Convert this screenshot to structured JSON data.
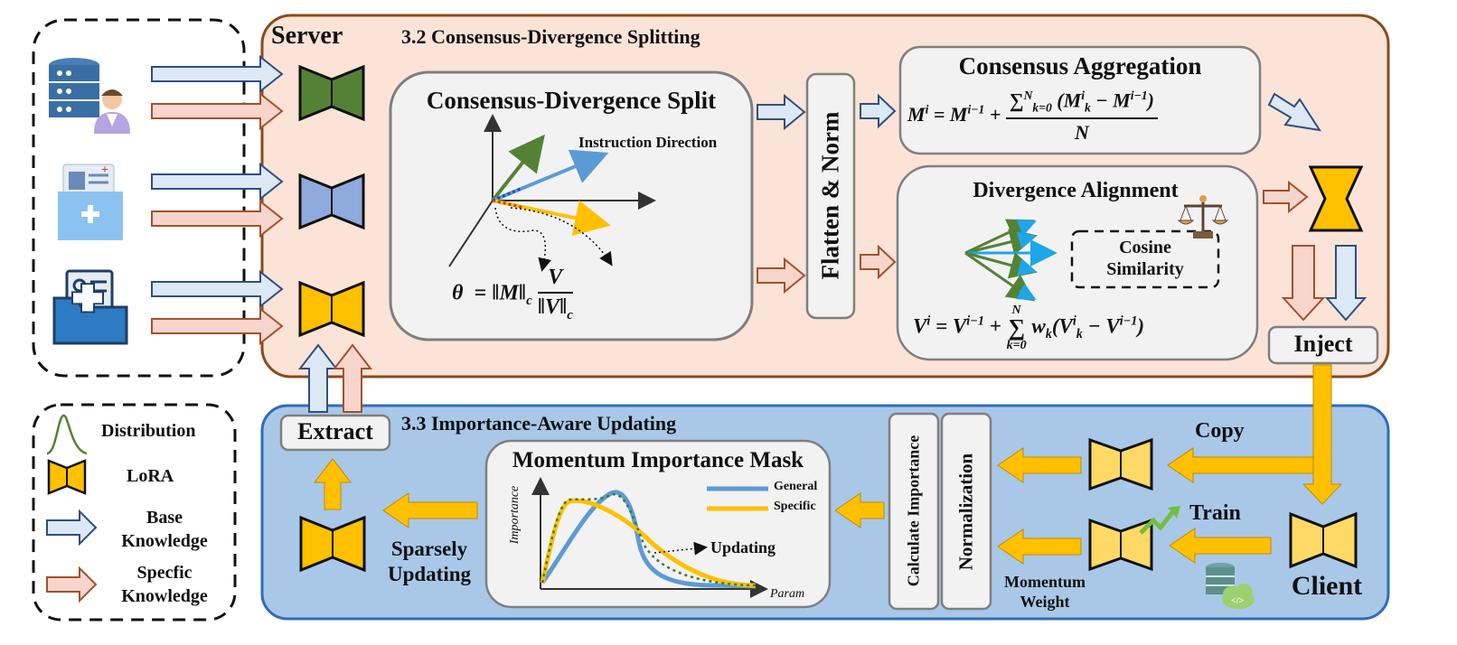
{
  "server": {
    "title": "Server"
  },
  "section_3_2": {
    "title": "3.2 Consensus-Divergence Splitting",
    "split_box": {
      "title": "Consensus-Divergence Split",
      "instruction_label": "Instruction Direction",
      "formula_lhs": "θ",
      "formula_eq": "= ‖M‖",
      "formula_sub": "c",
      "formula_num": "V",
      "formula_den": "‖V‖",
      "formula_den_sub": "c"
    },
    "flatten_label": "Flatten & Norm",
    "consensus": {
      "title": "Consensus Aggregation",
      "formula_left": "M",
      "formula_sup": "i",
      "formula_mid": "= M",
      "formula_mid_sup": "i−1",
      "formula_plus": "+",
      "formula_num": "∑",
      "formula_num_sup": "N",
      "formula_num_sub": "k=0",
      "formula_num_body": "(M",
      "formula_num_body_sup": "i",
      "formula_num_body_sub": "k",
      "formula_num_tail": "− M",
      "formula_num_tail_sup": "i−1",
      "formula_num_close": ")",
      "formula_den": "N"
    },
    "divergence": {
      "title": "Divergence Alignment",
      "cosine_line1": "Cosine",
      "cosine_line2": "Similarity",
      "formula_left": "V",
      "formula_sup": "i",
      "formula_mid": "= V",
      "formula_mid_sup": "i−1",
      "formula_plus": "+",
      "formula_sum": "∑",
      "formula_sum_top": "N",
      "formula_sum_bottom": "k=0",
      "formula_w": "w",
      "formula_w_sub": "k",
      "formula_body": "(V",
      "formula_body_sup": "i",
      "formula_body_sub": "k",
      "formula_tail": "− V",
      "formula_tail_sup": "i−1",
      "formula_close": ")"
    },
    "inject_label": "Inject"
  },
  "section_3_3": {
    "title": "3.3 Importance-Aware Updating",
    "extract_label": "Extract",
    "mask_box": {
      "title": "Momentum Importance Mask",
      "ylabel": "Importance",
      "xlabel": "Param",
      "legend_general": "General",
      "legend_specific": "Specific",
      "updating_label": "Updating"
    },
    "sparse_label_line1": "Sparsely",
    "sparse_label_line2": "Updating",
    "calc_label": "Calculate Importance",
    "norm_label": "Normalization",
    "copy_label": "Copy",
    "train_label": "Train",
    "momentum_line1": "Momentum",
    "momentum_line2": "Weight",
    "client_label": "Client"
  },
  "legend": {
    "distribution": "Distribution",
    "lora": "LoRA",
    "base_line1": "Base",
    "base_line2": "Knowledge",
    "specific_line1": "Specfic",
    "specific_line2": "Knowledge"
  },
  "colors": {
    "server_bg": "#fbe3d7",
    "server_border": "#8a4a1c",
    "client_bg": "#a9c8e8",
    "client_border": "#2f6db5",
    "box_bg": "#f2f2f2",
    "box_border": "#7f7f7f",
    "lora_yellow": "#ffc000",
    "lora_light": "#ffd966",
    "blue_arrow_fill": "#dce8f5",
    "blue_arrow_stroke": "#2f4f7f",
    "red_arrow_fill": "#f8d5cc",
    "red_arrow_stroke": "#a0522d",
    "orange_arrow": "#ffc000",
    "green": "#548235",
    "blue_model": "#8faadc",
    "general_curve": "#5b9bd5",
    "specific_curve": "#ffc000"
  }
}
